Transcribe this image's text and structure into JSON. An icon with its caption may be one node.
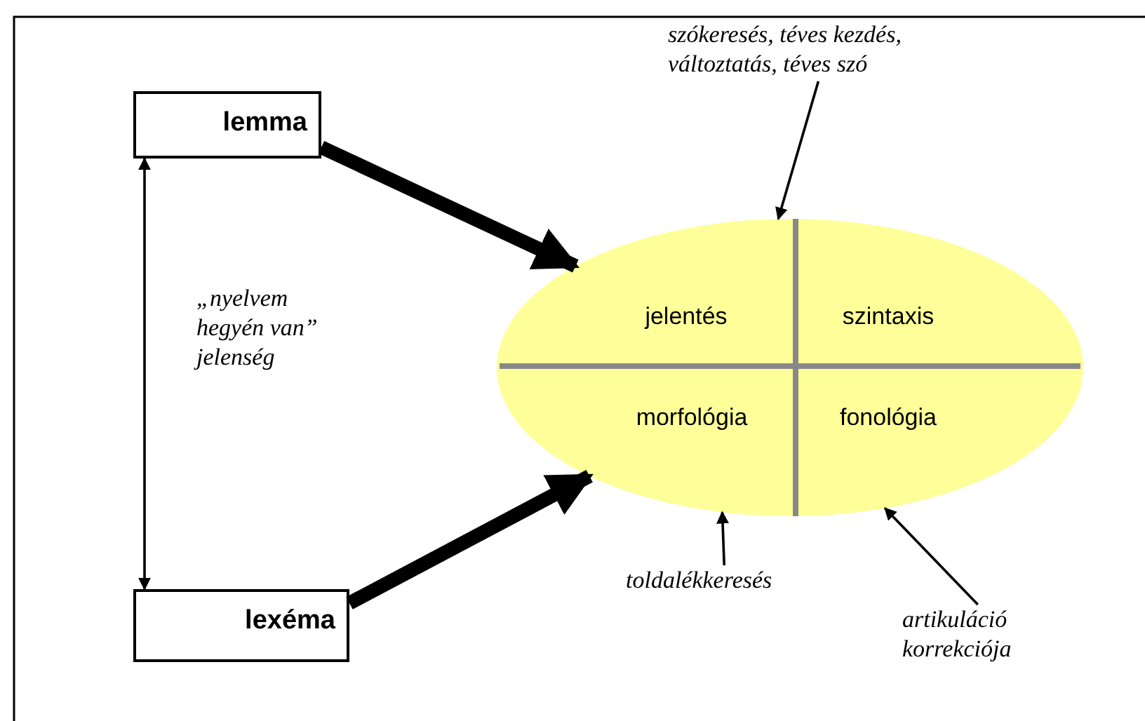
{
  "diagram": {
    "nodes": [
      {
        "text": [
          "lemma"
        ]
      },
      {
        "text": [
          "lexéma"
        ]
      },
      {
        "text": [],
        "shape": "ellipse"
      },
      {
        "text": [
          "jelentés"
        ],
        "in": 2
      },
      {
        "text": [
          "szintaxis"
        ],
        "in": 2
      },
      {
        "text": [
          "morfológia"
        ],
        "in": 2
      },
      {
        "text": [
          "fonológia"
        ],
        "in": 2
      },
      {
        "text": [
          "szókeresés, téves kezdés, változtatás, téves szó"
        ]
      },
      {
        "text": [
          "toldalékkeresés"
        ]
      },
      {
        "text": [
          "artikuláció korrekciója"
        ]
      }
    ],
    "edges": [
      {
        "from": 0,
        "to": 1,
        "arrow": "both"
      },
      {
        "from": 0,
        "to": 2,
        "arrow": "to",
        "style": "thick"
      },
      {
        "from": 1,
        "to": 2,
        "arrow": "to",
        "style": "thick"
      },
      {
        "from": 7,
        "to": 2,
        "arrow": "to"
      },
      {
        "from": 8,
        "to": 2,
        "arrow": "to"
      },
      {
        "from": 9,
        "to": 2,
        "arrow": "to"
      }
    ],
    "labels": [
      "„nyelvem hegyén van” jelenség"
    ]
  }
}
